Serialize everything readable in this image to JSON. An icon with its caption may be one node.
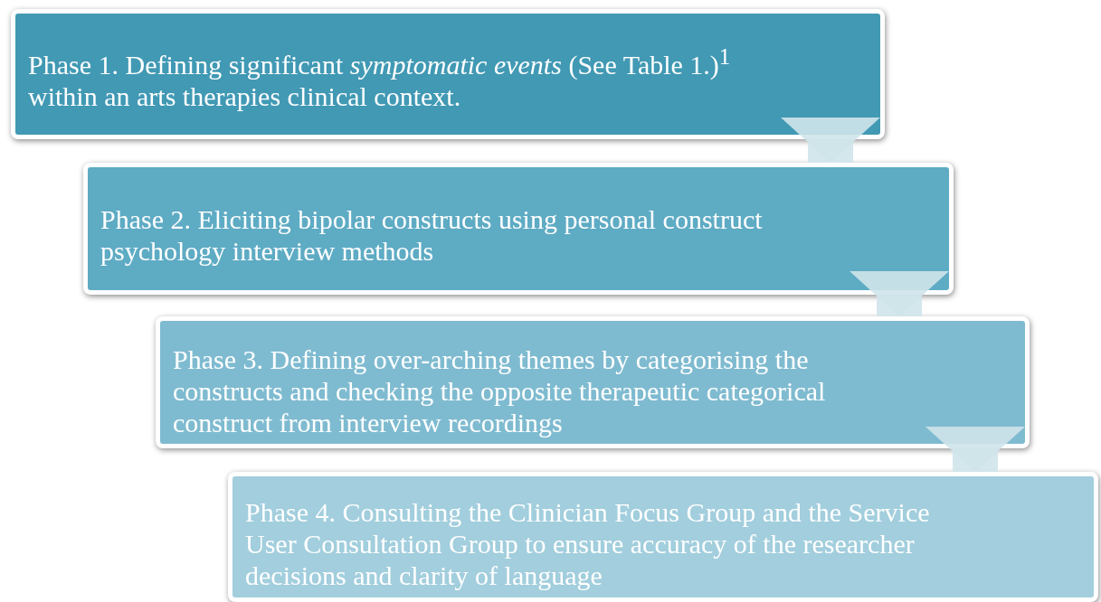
{
  "diagram": {
    "nodes": [
      {
        "text": [
          "Phase 1. Defining significant *symptomatic events* (See Table 1.)$^{1}$ within an arts therapies clinical context."
        ]
      },
      {
        "text": [
          "Phase 2. Eliciting bipolar constructs using personal construct psychology interview methods"
        ]
      },
      {
        "text": [
          "Phase 3. Defining over-arching themes by categorising the constructs and checking the opposite therapeutic categorical construct from interview recordings"
        ]
      },
      {
        "text": [
          "Phase 4. Consulting the Clinician Focus Group and the Service User Consultation Group to ensure accuracy of the researcher decisions and clarity of language"
        ]
      }
    ],
    "edges": [
      {
        "from": 0,
        "to": 1,
        "arrow": "to"
      },
      {
        "from": 1,
        "to": 2,
        "arrow": "to"
      },
      {
        "from": 2,
        "to": 3,
        "arrow": "to"
      }
    ]
  }
}
